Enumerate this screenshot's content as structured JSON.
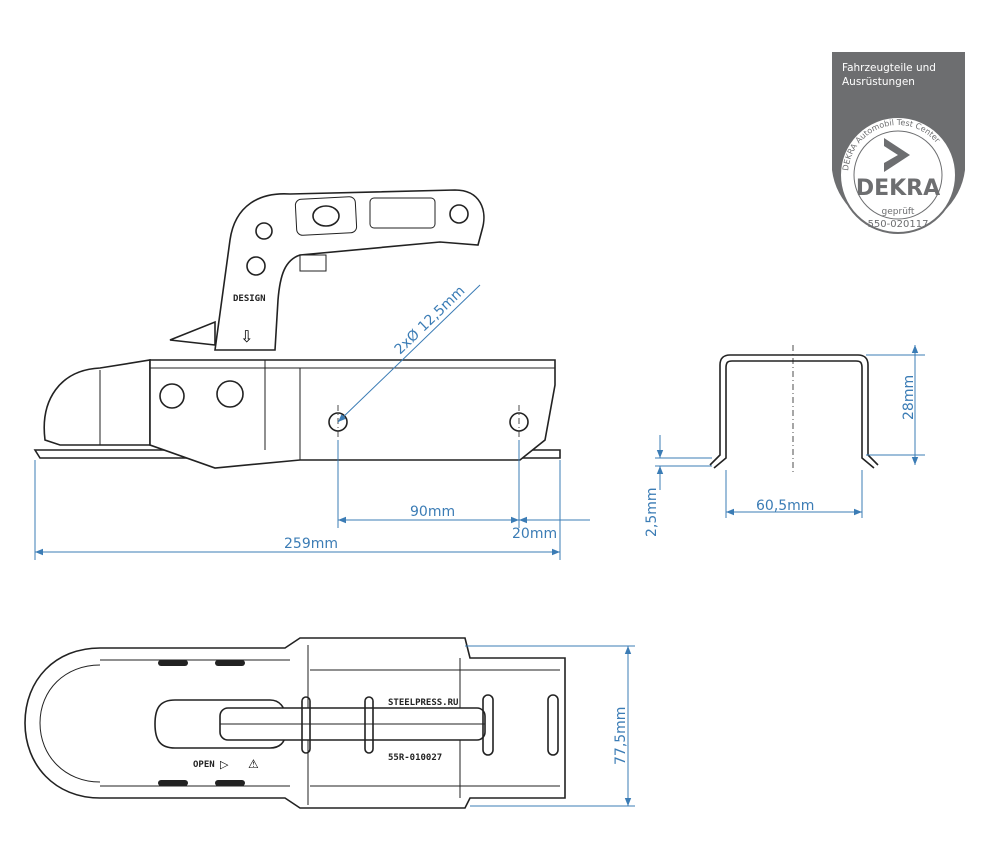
{
  "dimensions": {
    "hole_diameter": "2xØ 12,5mm",
    "hole_spacing": "90mm",
    "hole_end_offset": "20mm",
    "overall_length": "259mm",
    "profile_height": "28mm",
    "wall_thickness": "2,5mm",
    "profile_width": "60,5mm",
    "overall_width": "77,5mm"
  },
  "markings": {
    "handle_text": "DESIGN",
    "brand": "STEELPRESS.RU",
    "approval": "55R-010027",
    "open_label": "OPEN"
  },
  "badge": {
    "header": "Fahrzeugteile und Ausrüstungen",
    "ring_text": "DEKRA Automobil Test Center",
    "logo": "DEKRA",
    "approved": "geprüft",
    "number": "550-020117"
  },
  "colors": {
    "dimension": "#3b7cb5",
    "badge_gray": "#6d6e70",
    "outline": "#222222"
  }
}
